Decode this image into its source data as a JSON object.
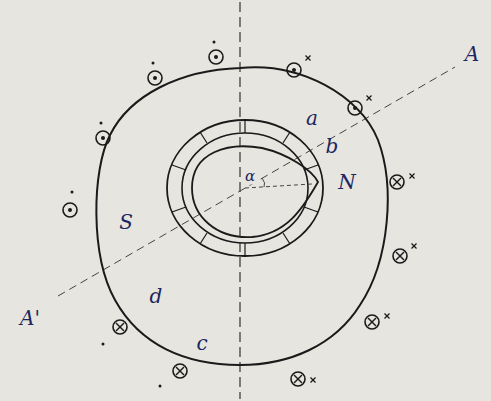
{
  "diagram": {
    "labels": [
      "A",
      "a",
      "b",
      "N",
      "α",
      "S",
      "d",
      "c",
      "A'"
    ]
  }
}
